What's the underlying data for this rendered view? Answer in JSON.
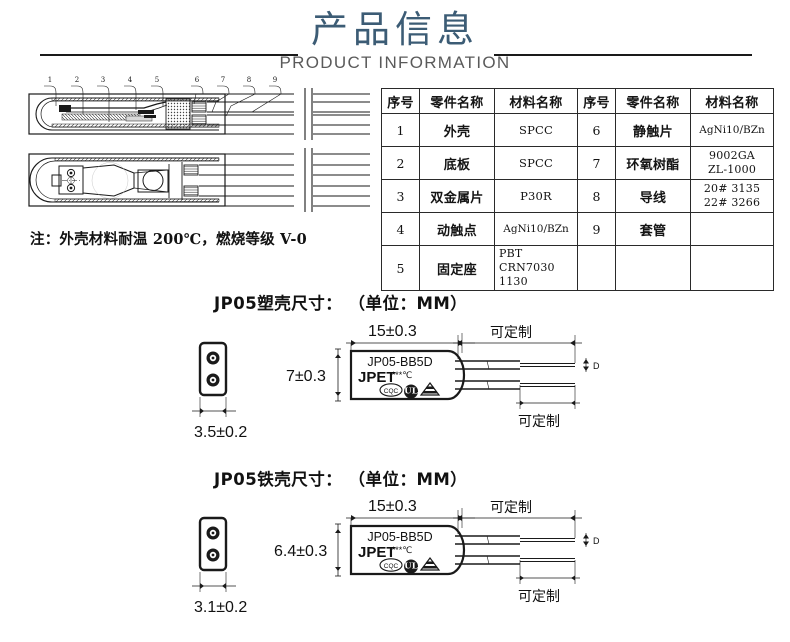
{
  "header": {
    "title_cn": "产品信息",
    "title_en": "PRODUCT INFORMATION",
    "rule_color": "#1a1a1a",
    "title_color": "#3c5c75"
  },
  "cross_section": {
    "callouts": [
      "1",
      "2",
      "3",
      "4",
      "5",
      "6",
      "7",
      "8",
      "9"
    ],
    "note": "注：外壳材料耐温 200℃，燃烧等级 V-0"
  },
  "parts_table": {
    "headers": [
      "序号",
      "零件名称",
      "材料名称",
      "序号",
      "零件名称",
      "材料名称"
    ],
    "rows": [
      {
        "left_no": "1",
        "left_name": "外壳",
        "left_mat": [
          "SPCC"
        ],
        "right_no": "6",
        "right_name": "静触片",
        "right_mat": [
          "AgNi10/BZn"
        ]
      },
      {
        "left_no": "2",
        "left_name": "底板",
        "left_mat": [
          "SPCC"
        ],
        "right_no": "7",
        "right_name": "环氧树酯",
        "right_mat": [
          "9002GA",
          "ZL-1000"
        ]
      },
      {
        "left_no": "3",
        "left_name": "双金属片",
        "left_mat": [
          "P30R"
        ],
        "right_no": "8",
        "right_name": "导线",
        "right_mat": [
          "20# 3135",
          "22# 3266"
        ]
      },
      {
        "left_no": "4",
        "left_name": "动触点",
        "left_mat": [
          "AgNi10/BZn"
        ],
        "right_no": "9",
        "right_name": "套管",
        "right_mat": [
          ""
        ]
      },
      {
        "left_no": "5",
        "left_name": "固定座",
        "left_mat": [
          "PBT CRN7030",
          "1130"
        ],
        "right_no": "",
        "right_name": "",
        "right_mat": [
          ""
        ]
      }
    ]
  },
  "sections": [
    {
      "heading": "JP05塑壳尺寸： （单位：MM）",
      "dim_length": "15±0.3",
      "dim_height": "7±0.3",
      "dim_width": "3.5±0.2",
      "dim_lead_top": "可定制",
      "dim_lead_bottom": "可定制",
      "dim_diameter": "D",
      "label_brand": "JPET",
      "label_model": "JP05-BB5D",
      "label_temp": "***℃",
      "cert_marks": [
        "CQC",
        "UL",
        "TUV"
      ]
    },
    {
      "heading": "JP05铁壳尺寸： （单位：MM）",
      "dim_length": "15±0.3",
      "dim_height": "6.4±0.3",
      "dim_width": "3.1±0.2",
      "dim_lead_top": "可定制",
      "dim_lead_bottom": "可定制",
      "dim_diameter": "D",
      "label_brand": "JPET",
      "label_model": "JP05-BB5D",
      "label_temp": "***℃",
      "cert_marks": [
        "CQC",
        "UL",
        "TUV"
      ]
    }
  ]
}
